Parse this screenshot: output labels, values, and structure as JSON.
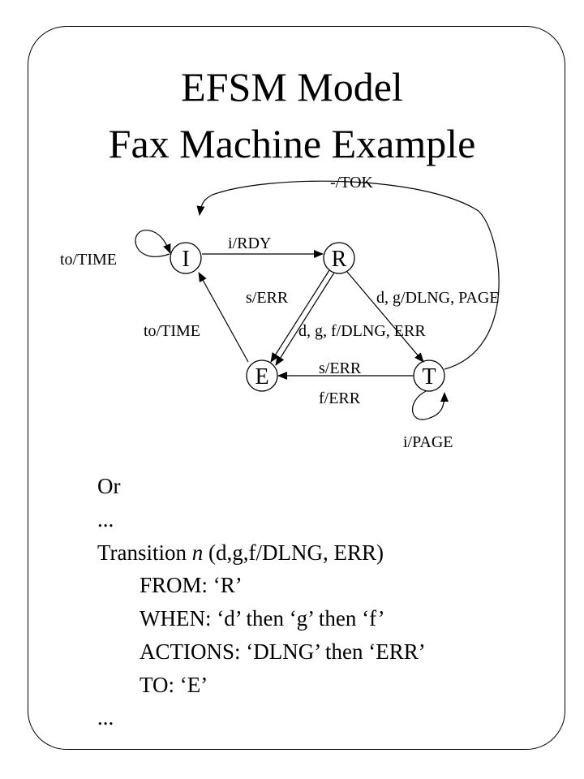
{
  "title_line1": "EFSM Model",
  "title_line2": "Fax Machine Example",
  "diagram": {
    "states": [
      "I",
      "R",
      "E",
      "T"
    ],
    "labels": {
      "tok": "-/TOK",
      "rdy": "i/RDY",
      "to_time_self": "to/TIME",
      "s_err_re": "s/ERR",
      "d_g_dlng_page": "d, g/DLNG, PAGE",
      "to_time_ei": "to/TIME",
      "d_g_f_dlng_err": "d, g, f/DLNG, ERR",
      "s_err_te": "s/ERR",
      "f_err_te": "f/ERR",
      "i_page": "i/PAGE"
    }
  },
  "description": {
    "or": "Or",
    "ellipsis_top": "...",
    "transition_prefix": "Transition ",
    "transition_var": "n",
    "transition_suffix": " (d,g,f/DLNG, ERR)",
    "from": "FROM: ‘R’",
    "when": "WHEN: ‘d’ then ‘g’ then ‘f’",
    "actions": "ACTIONS: ‘DLNG’ then ‘ERR’",
    "to": "TO: ‘E’",
    "ellipsis_bottom": "..."
  }
}
